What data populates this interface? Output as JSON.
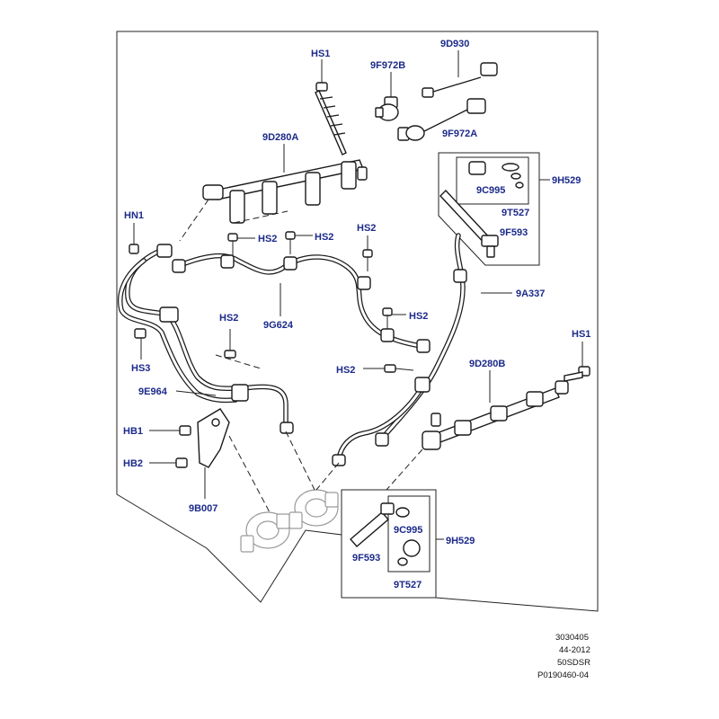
{
  "labels": {
    "hs1_top": "HS1",
    "9d930": "9D930",
    "9f972b": "9F972B",
    "9f972a": "9F972A",
    "9d280a": "9D280A",
    "9h529_top": "9H529",
    "9c995_top": "9C995",
    "9t527_top": "9T527",
    "9f593_top": "9F593",
    "hn1": "HN1",
    "hs2_a": "HS2",
    "hs2_b": "HS2",
    "hs2_c": "HS2",
    "hs2_d": "HS2",
    "hs2_e": "HS2",
    "hs2_f": "HS2",
    "9a337": "9A337",
    "9g624": "9G624",
    "hs3": "HS3",
    "hs1_right": "HS1",
    "9d280b": "9D280B",
    "9e964": "9E964",
    "hb1": "HB1",
    "hb2": "HB2",
    "9b007": "9B007",
    "9h529_bottom": "9H529",
    "9c995_bottom": "9C995",
    "9f593_bottom": "9F593",
    "9t527_bottom": "9T527"
  },
  "reference": {
    "line1": "3030405",
    "line2": "44-2012",
    "line3": "50SDSR",
    "line4": "P0190460-04"
  }
}
